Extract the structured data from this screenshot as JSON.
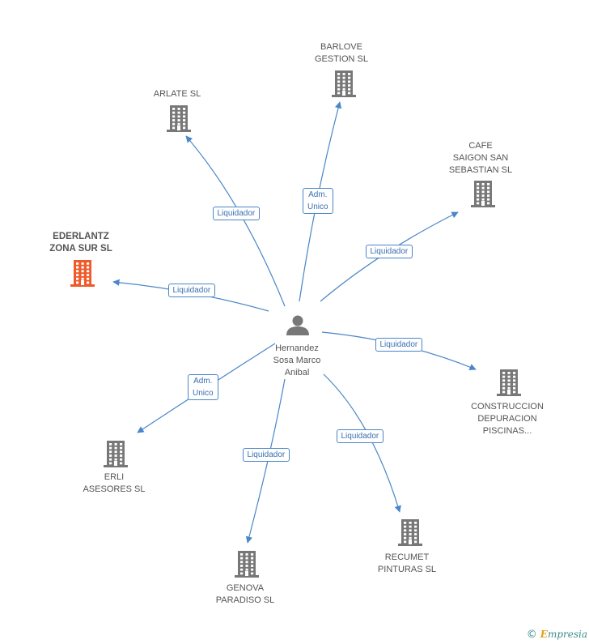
{
  "center": {
    "label": "Hernandez\nSosa Marco\nAnibal"
  },
  "nodes": [
    {
      "id": "arlate",
      "label": "ARLATE  SL",
      "highlight": false
    },
    {
      "id": "barlove",
      "label": "BARLOVE\nGESTION SL",
      "highlight": false
    },
    {
      "id": "cafe",
      "label": "CAFE\nSAIGON SAN\nSEBASTIAN SL",
      "highlight": false
    },
    {
      "id": "ederlantz",
      "label": "EDERLANTZ\nZONA SUR SL",
      "highlight": true
    },
    {
      "id": "construccion",
      "label": "CONSTRUCCION\nDEPURACION\nPISCINAS...",
      "highlight": false
    },
    {
      "id": "erli",
      "label": "ERLI\nASESORES SL",
      "highlight": false
    },
    {
      "id": "genova",
      "label": "GENOVA\nPARADISO SL",
      "highlight": false
    },
    {
      "id": "recumet",
      "label": "RECUMET\nPINTURAS SL",
      "highlight": false
    }
  ],
  "edges": [
    {
      "to": "arlate",
      "label": "Liquidador"
    },
    {
      "to": "barlove",
      "label": "Adm.\nUnico"
    },
    {
      "to": "cafe",
      "label": "Liquidador"
    },
    {
      "to": "ederlantz",
      "label": "Liquidador"
    },
    {
      "to": "construccion",
      "label": "Liquidador"
    },
    {
      "to": "erli",
      "label": "Adm.\nUnico"
    },
    {
      "to": "genova",
      "label": "Liquidador"
    },
    {
      "to": "recumet",
      "label": "Liquidador"
    }
  ],
  "colors": {
    "edge": "#4a86c8",
    "building": "#777777",
    "highlight": "#f05a2a",
    "person": "#777777"
  },
  "copyright": {
    "symbol": "©",
    "brand_first": "E",
    "brand_rest": "mpresia"
  }
}
